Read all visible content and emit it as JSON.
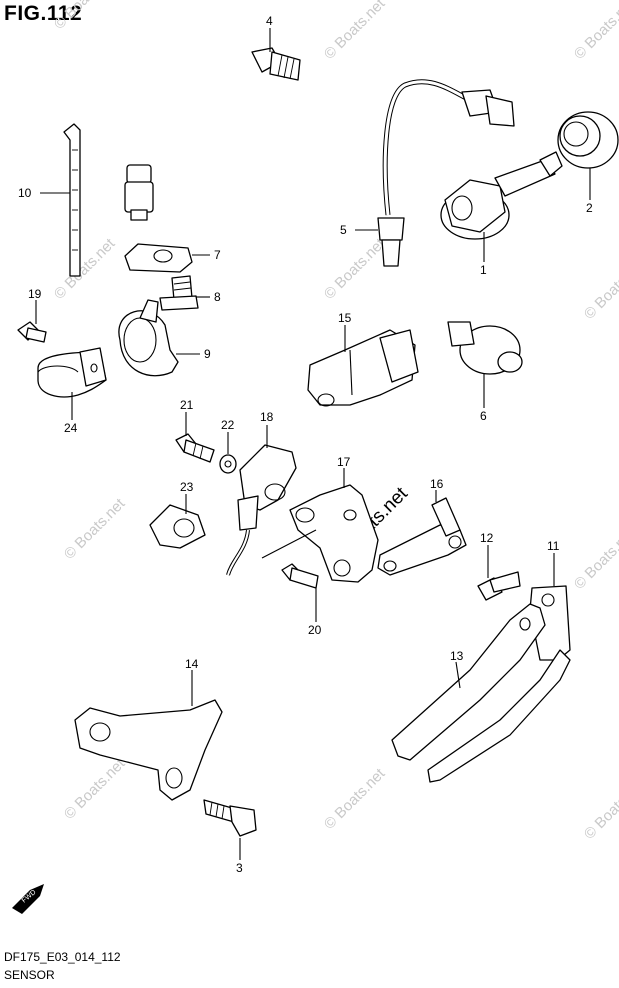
{
  "figure": {
    "title": "FIG.112"
  },
  "footer": {
    "code": "DF175_E03_014_112",
    "caption": "SENSOR"
  },
  "watermark": {
    "text": "© Boats.net"
  },
  "fwd_label": "FWD",
  "callouts": [
    {
      "id": "c1",
      "label": "1"
    },
    {
      "id": "c2",
      "label": "2"
    },
    {
      "id": "c3",
      "label": "3"
    },
    {
      "id": "c4",
      "label": "4"
    },
    {
      "id": "c5",
      "label": "5"
    },
    {
      "id": "c6",
      "label": "6"
    },
    {
      "id": "c7",
      "label": "7"
    },
    {
      "id": "c8",
      "label": "8"
    },
    {
      "id": "c9",
      "label": "9"
    },
    {
      "id": "c10",
      "label": "10"
    },
    {
      "id": "c11",
      "label": "11"
    },
    {
      "id": "c12",
      "label": "12"
    },
    {
      "id": "c13",
      "label": "13"
    },
    {
      "id": "c14",
      "label": "14"
    },
    {
      "id": "c15",
      "label": "15"
    },
    {
      "id": "c16",
      "label": "16"
    },
    {
      "id": "c17",
      "label": "17"
    },
    {
      "id": "c18",
      "label": "18"
    },
    {
      "id": "c19",
      "label": "19"
    },
    {
      "id": "c20",
      "label": "20"
    },
    {
      "id": "c21",
      "label": "21"
    },
    {
      "id": "c22",
      "label": "22"
    },
    {
      "id": "c23",
      "label": "23"
    },
    {
      "id": "c24",
      "label": "24"
    }
  ]
}
